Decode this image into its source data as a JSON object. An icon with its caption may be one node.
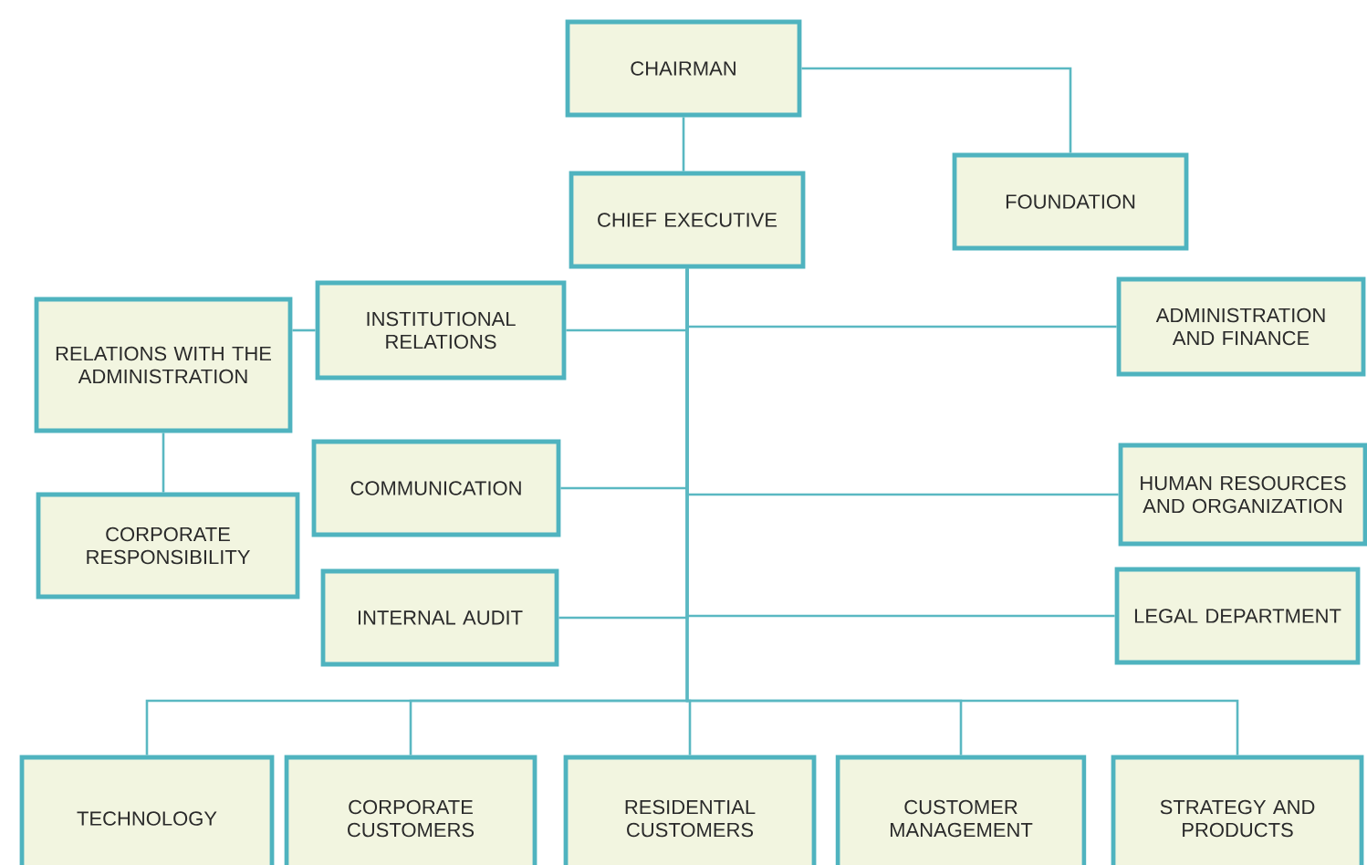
{
  "diagram": {
    "nodes": [
      {
        "text": [
          "CHAIRMAN"
        ]
      },
      {
        "text": [
          "FOUNDATION"
        ]
      },
      {
        "text": [
          "CHIEF EXECUTIVE"
        ]
      },
      {
        "text": [
          "RELATIONS WITH THE ADMINISTRATION"
        ]
      },
      {
        "text": [
          "INSTITUTIONAL RELATIONS"
        ]
      },
      {
        "text": [
          "ADMINISTRATION AND FINANCE"
        ]
      },
      {
        "text": [
          "CORPORATE RESPONSIBILITY"
        ]
      },
      {
        "text": [
          "COMMUNICATION"
        ]
      },
      {
        "text": [
          "HUMAN RESOURCES AND ORGANIZATION"
        ]
      },
      {
        "text": [
          "INTERNAL AUDIT"
        ]
      },
      {
        "text": [
          "LEGAL DEPARTMENT"
        ]
      },
      {
        "text": [
          "TECHNOLOGY"
        ]
      },
      {
        "text": [
          "CORPORATE CUSTOMERS"
        ]
      },
      {
        "text": [
          "RESIDENTIAL CUSTOMERS"
        ]
      },
      {
        "text": [
          "CUSTOMER MANAGEMENT"
        ]
      },
      {
        "text": [
          "STRATEGY AND PRODUCTS"
        ]
      }
    ],
    "edges": [
      {
        "from": 0,
        "to": 1,
        "arrow": "none"
      },
      {
        "from": 0,
        "to": 2,
        "arrow": "none"
      },
      {
        "from": 2,
        "to": 4,
        "arrow": "none"
      },
      {
        "from": 2,
        "to": 5,
        "arrow": "none"
      },
      {
        "from": 3,
        "to": 4,
        "arrow": "none"
      },
      {
        "from": 3,
        "to": 6,
        "arrow": "none"
      },
      {
        "from": 2,
        "to": 7,
        "arrow": "none"
      },
      {
        "from": 2,
        "to": 8,
        "arrow": "none"
      },
      {
        "from": 2,
        "to": 9,
        "arrow": "none"
      },
      {
        "from": 2,
        "to": 10,
        "arrow": "none"
      },
      {
        "from": 2,
        "to": 11,
        "arrow": "none"
      },
      {
        "from": 2,
        "to": 12,
        "arrow": "none"
      },
      {
        "from": 2,
        "to": 13,
        "arrow": "none"
      },
      {
        "from": 2,
        "to": 14,
        "arrow": "none"
      },
      {
        "from": 2,
        "to": 15,
        "arrow": "none"
      }
    ]
  }
}
